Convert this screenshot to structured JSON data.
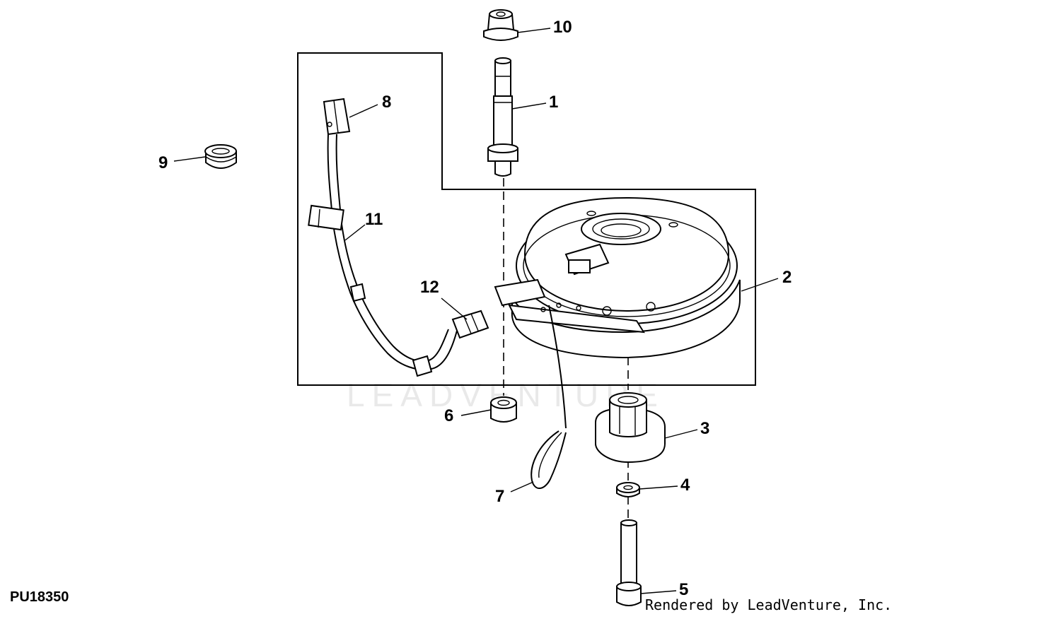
{
  "figure_id": "PU18350",
  "credit": "Rendered by LeadVenture, Inc.",
  "watermark": "LEADVENTURE",
  "callouts": {
    "c1": "1",
    "c2": "2",
    "c3": "3",
    "c4": "4",
    "c5": "5",
    "c6": "6",
    "c7": "7",
    "c8": "8",
    "c9": "9",
    "c10": "10",
    "c11": "11",
    "c12": "12"
  }
}
